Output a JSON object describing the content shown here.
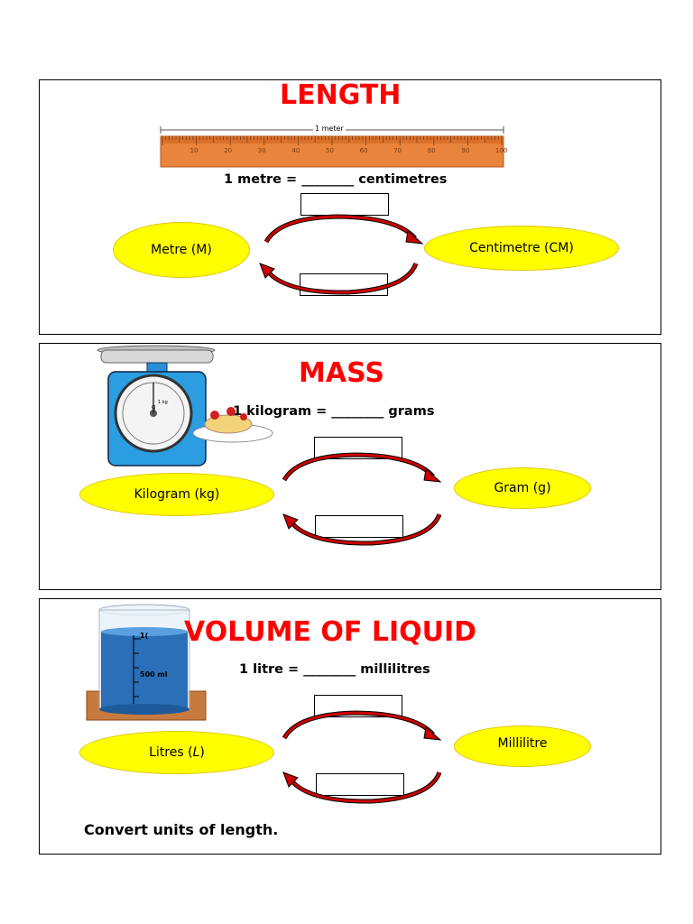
{
  "sections": {
    "length": {
      "title": "LENGTH",
      "ruler_label": "1 meter",
      "ruler_ticks": [
        "10",
        "20",
        "30",
        "40",
        "50",
        "60",
        "70",
        "80",
        "90",
        "100"
      ],
      "equation": "1 metre = ________ centimetres",
      "left_unit": "Metre (M)",
      "right_unit": "Centimetre (CM)"
    },
    "mass": {
      "title": "MASS",
      "equation": "1 kilogram  = ________ grams",
      "left_unit": "Kilogram (kg)",
      "right_unit": "Gram (g)",
      "scale_labels": {
        "unit": "1 kg",
        "g": "g"
      }
    },
    "volume": {
      "title": "VOLUME OF LIQUID",
      "equation": "1 litre  = ________ millilitres",
      "left_unit_prefix": "Litres (",
      "left_unit_symbol": "L",
      "left_unit_suffix": ")",
      "right_unit": "Millilitre",
      "beaker_label": "500 ml",
      "beaker_top": "1("
    }
  },
  "footer": "Convert units of length.",
  "colors": {
    "title": "#ff0000",
    "oval": "#ffff00",
    "arrow": "#cc0000",
    "ruler": "#e8843c"
  }
}
